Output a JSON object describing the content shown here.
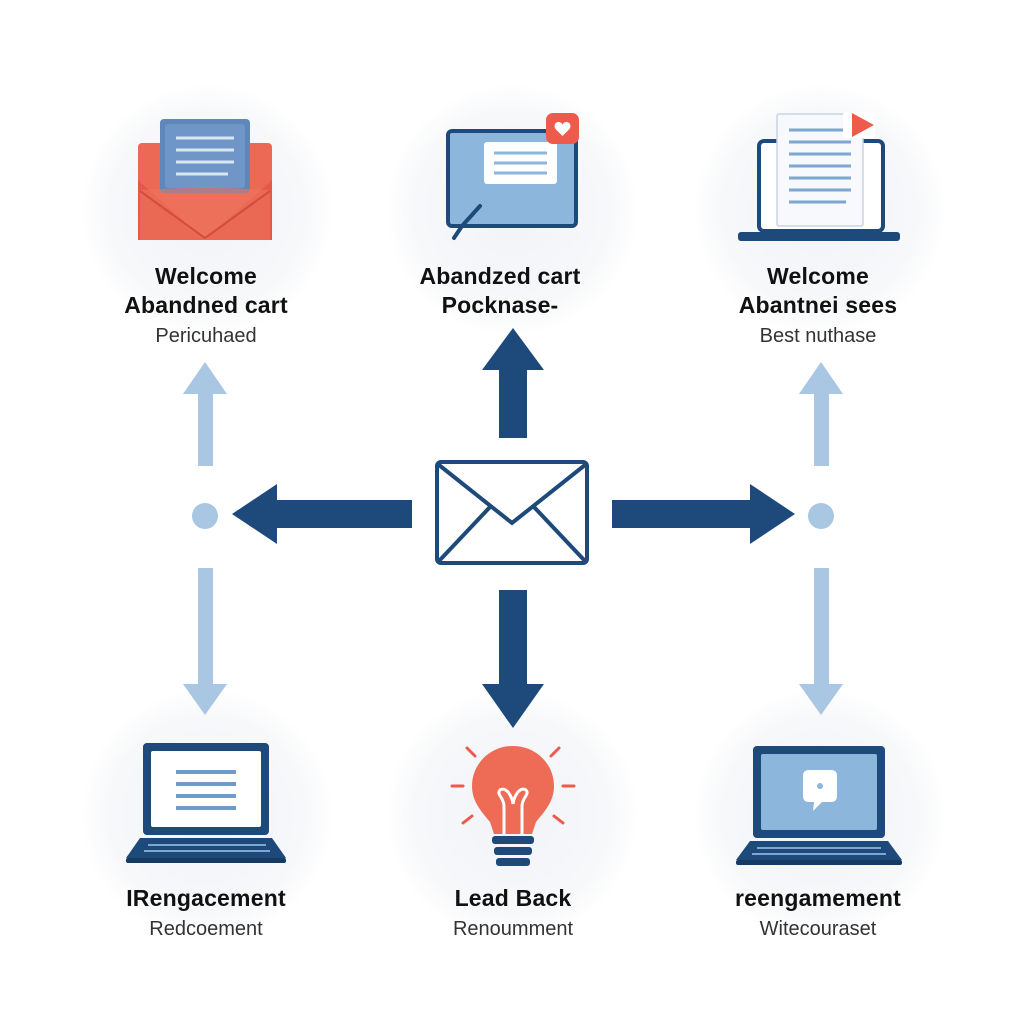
{
  "colors": {
    "navy": "#1d4a7a",
    "light_blue": "#a9c6e2",
    "screen_blue": "#8db6dd",
    "coral": "#ee6b55"
  },
  "nodes": {
    "top_left": {
      "icon": "open-envelope-icon",
      "line1": "Welcome",
      "line2": "Abandned cart",
      "sub": "Pericuhaed"
    },
    "top_center": {
      "icon": "monitor-notification-icon",
      "line1": "Abandzed cart",
      "line2": "Pocknase‑",
      "sub": ""
    },
    "top_right": {
      "icon": "laptop-document-icon",
      "line1": "Welcome",
      "line2": "Abantnei sees",
      "sub": "Best nuthase"
    },
    "bottom_left": {
      "icon": "laptop-text-icon",
      "line1": "IRengacement",
      "sub": "Redcoement"
    },
    "bottom_center": {
      "icon": "lightbulb-icon",
      "line1": "Lead Back",
      "sub": "Renoumment"
    },
    "bottom_right": {
      "icon": "laptop-chat-icon",
      "line1": "reengamement",
      "sub": "Witecouraset"
    }
  },
  "center": {
    "icon": "envelope-icon"
  }
}
